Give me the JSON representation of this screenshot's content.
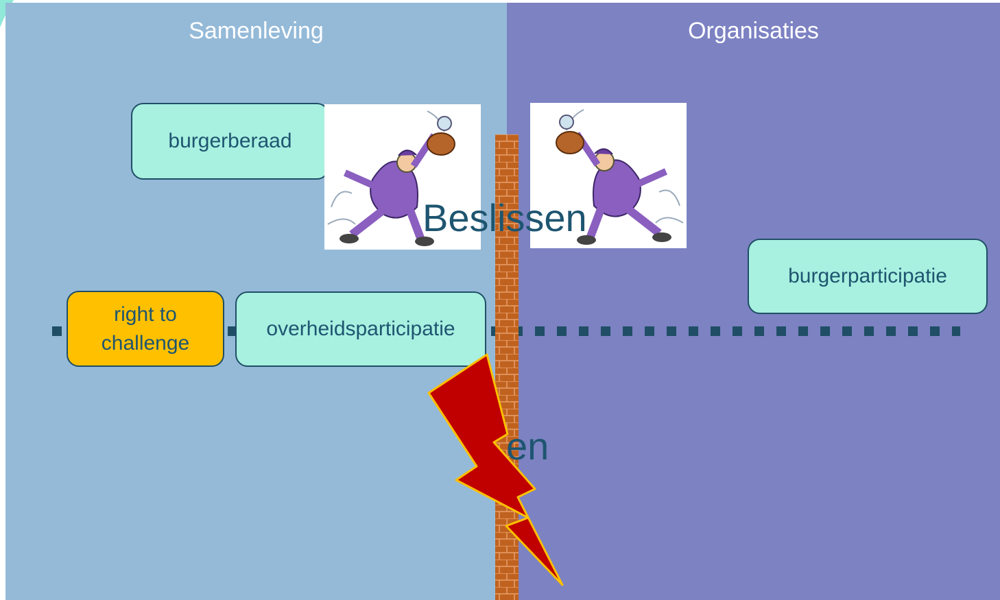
{
  "panels": {
    "left_title": "Samenleving",
    "right_title": "Organisaties"
  },
  "boxes": {
    "burgerberaad": "burgerberaad",
    "right_to_challenge_line1": "right to",
    "right_to_challenge_line2": "challenge",
    "overheidsparticipatie": "overheidsparticipatie",
    "burgerparticipatie": "burgerparticipatie"
  },
  "labels": {
    "beslissen": "Beslissen",
    "lower_fragment": "en"
  },
  "colors": {
    "left_panel": "#95bad8",
    "right_panel": "#7c82c2",
    "box_fill": "#a8f0e0",
    "highlight_box": "#ffc000",
    "text": "#1e5570",
    "wall": "#c0621f",
    "bolt": "#c00000"
  }
}
